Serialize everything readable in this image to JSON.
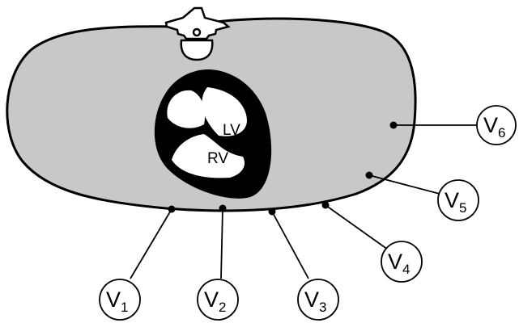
{
  "diagram": {
    "chambers": {
      "left_ventricle": "LV",
      "right_ventricle": "RV"
    },
    "leads": [
      {
        "letter": "V",
        "number": "1"
      },
      {
        "letter": "V",
        "number": "2"
      },
      {
        "letter": "V",
        "number": "3"
      },
      {
        "letter": "V",
        "number": "4"
      },
      {
        "letter": "V",
        "number": "5"
      },
      {
        "letter": "V",
        "number": "6"
      }
    ],
    "colors": {
      "body_fill": "#c8c8c8",
      "outline": "#000000",
      "background": "#ffffff"
    }
  }
}
